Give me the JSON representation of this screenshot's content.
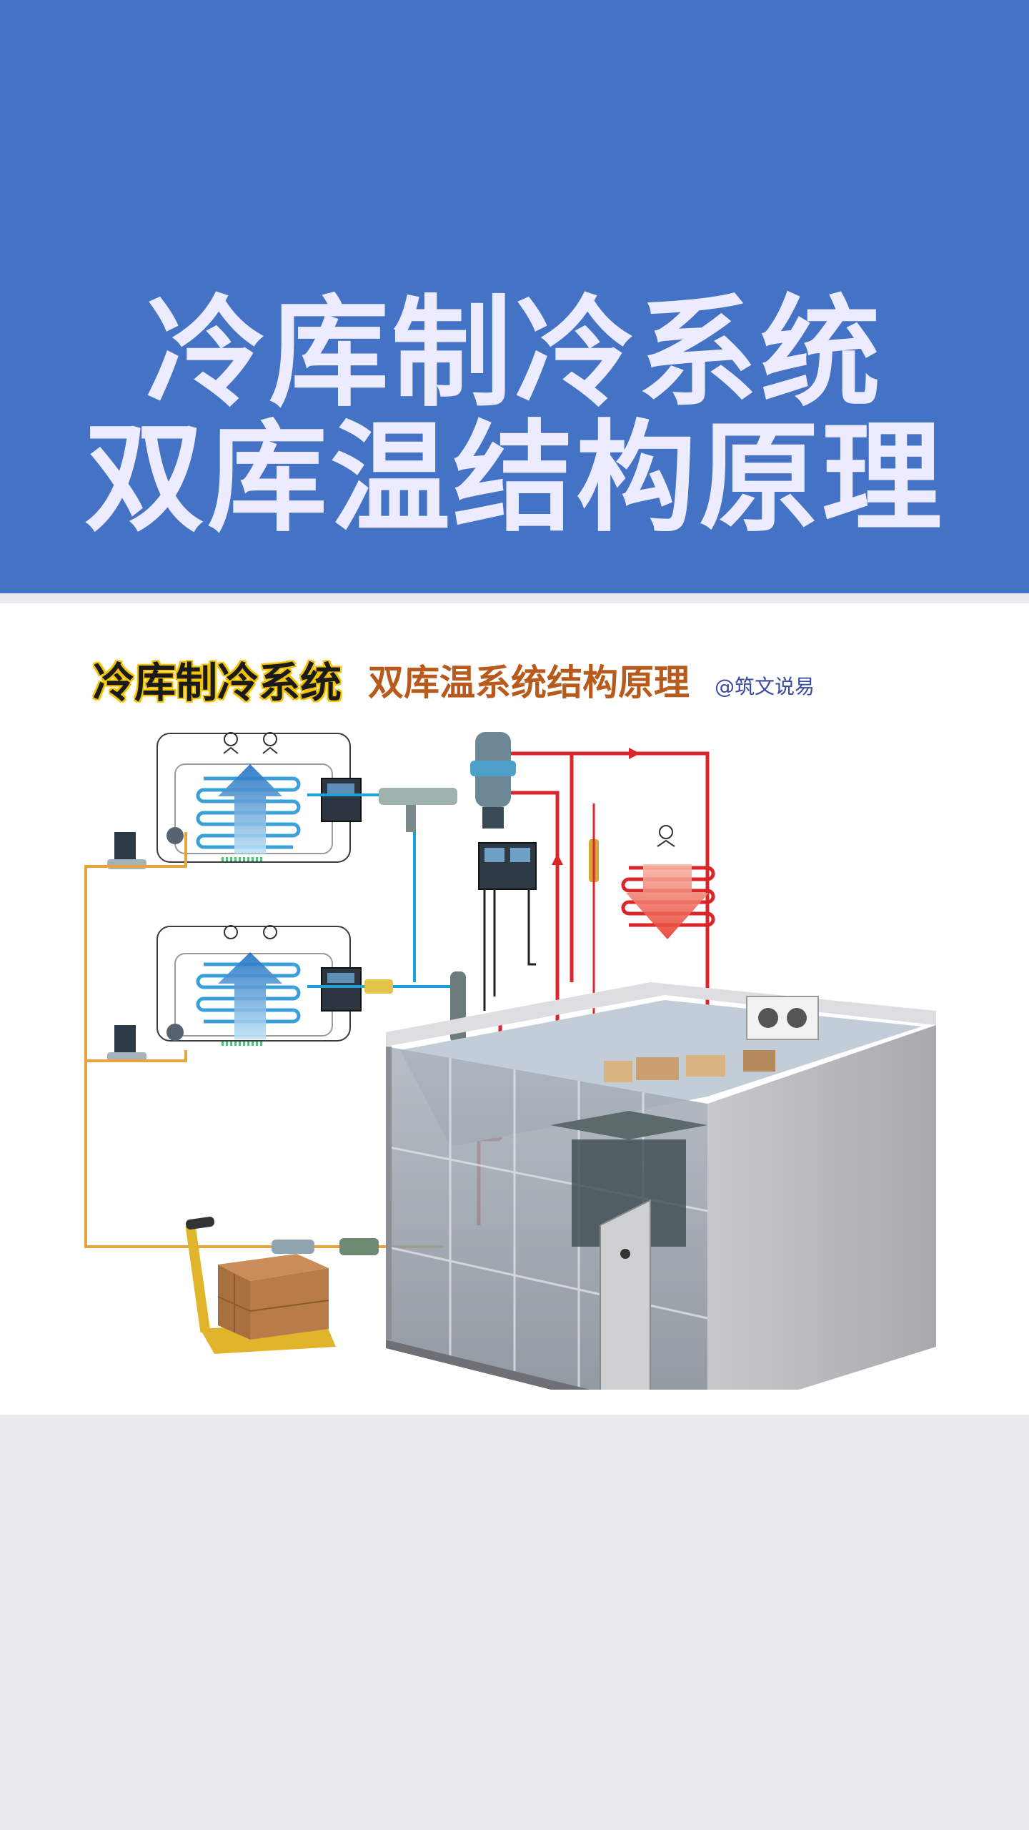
{
  "banner": {
    "title_line1": "冷库制冷系统",
    "title_line2": "双库温结构原理"
  },
  "panel": {
    "heading_left": "冷库制冷系统",
    "heading_right": "双库温系统结构原理",
    "credit": "@筑文说易"
  },
  "colors": {
    "banner": "#4472c4",
    "high_pressure_line": "#d8262a",
    "low_pressure_line": "#1ea0d8",
    "liquid_line": "#e8a33c",
    "evaporator_arrow": "#1e78c8",
    "condenser_arrow": "#e8392c"
  },
  "icons": {
    "fan": "fan-icon",
    "pallet_jack": "pallet-jack-icon",
    "cold_room": "cold-room-icon"
  }
}
